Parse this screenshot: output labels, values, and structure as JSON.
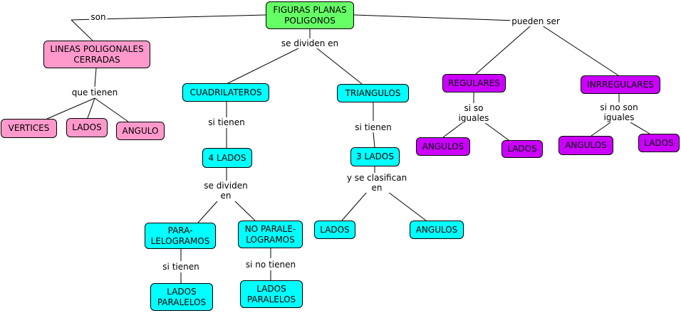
{
  "colors": {
    "root": "#66ff66",
    "pink": "#ff99cc",
    "cyan": "#00ffff",
    "purple": "#cc00ff",
    "line": "#000000"
  },
  "nodes": {
    "root": "FIGURAS PLANAS\nPOLIGONOS",
    "lineas": "LINEAS POLIGONALES\nCERRADAS",
    "vertices": "VERTICES",
    "lados_pink": "LADOS",
    "angulo": "ANGULO",
    "cuadrilateros": "CUADRILATEROS",
    "triangulos": "TRIANGULOS",
    "cuatro_lados": "4 LADOS",
    "tres_lados": "3 LADOS",
    "paralelogramos": "PARA-\nLELOGRAMOS",
    "no_paralelogramos": "NO PARALE-\nLOGRAMOS",
    "lados_paralelos_1": "LADOS\nPARALELOS",
    "lados_paralelos_2": "LADOS\nPARALELOS",
    "tri_lados": "LADOS",
    "tri_angulos": "ANGULOS",
    "regulares": "REGULARES",
    "irregulares": "INRREGULARES",
    "reg_angulos": "ANGULOS",
    "reg_lados": "LADOS",
    "irr_angulos": "ANGULOS",
    "irr_lados": "LADOS"
  },
  "labels": {
    "son": "son",
    "se_dividen_en": "se dividen en",
    "pueden_ser": "pueden ser",
    "que_tienen": "que tienen",
    "si_tienen_1": "si tienen",
    "si_tienen_2": "si tienen",
    "se_dividen_en_2": "se dividen\nen",
    "y_se_clasifican": "y se clasifican\nen",
    "si_tienen_3": "si tienen",
    "si_no_tienen": "si no tienen",
    "si_so_iguales": "si so\niguales",
    "si_no_son_iguales": "si no son\niguales"
  }
}
